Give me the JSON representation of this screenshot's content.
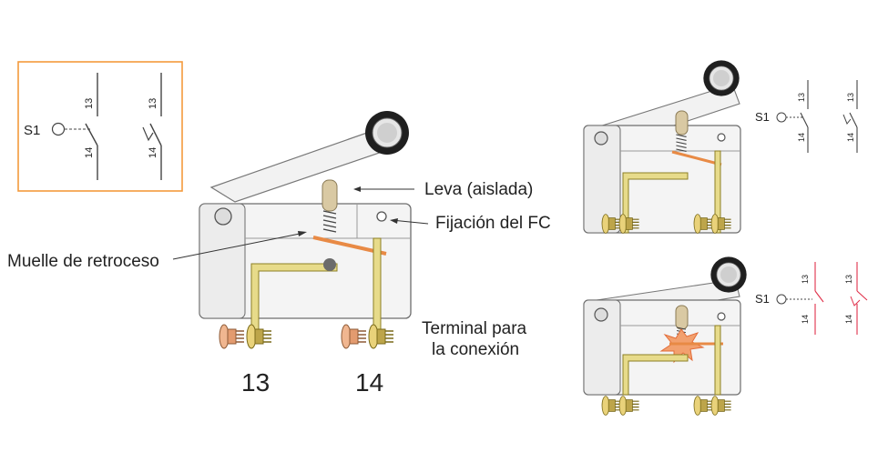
{
  "colors": {
    "frame": "#f39a3c",
    "body_fill": "#f4f4f4",
    "body_stroke": "#6d6d6d",
    "brass": "#e7db8a",
    "brass_stroke": "#8d7f25",
    "copper": "#e88a45",
    "plunger": "#d9c9a3",
    "roller": "#222222",
    "symbol_line": "#444444",
    "symbol_active": "#e0304a",
    "spark": "#f2a06e"
  },
  "symbol_box": {
    "device": "S1",
    "terminal_top": "13",
    "terminal_bottom": "14"
  },
  "main_switch": {
    "callouts": {
      "cam": "Leva (aislada)",
      "mount": "Fijación del FC",
      "spring": "Muelle de retroceso",
      "terminal_line1": "Terminal para",
      "terminal_line2": "la conexión"
    },
    "terminal_numbers": {
      "left": "13",
      "right": "14"
    }
  },
  "state_idle": {
    "device": "S1",
    "terminal_top": "13",
    "terminal_bottom": "14"
  },
  "state_actuated": {
    "device": "S1",
    "terminal_top": "13",
    "terminal_bottom": "14"
  }
}
